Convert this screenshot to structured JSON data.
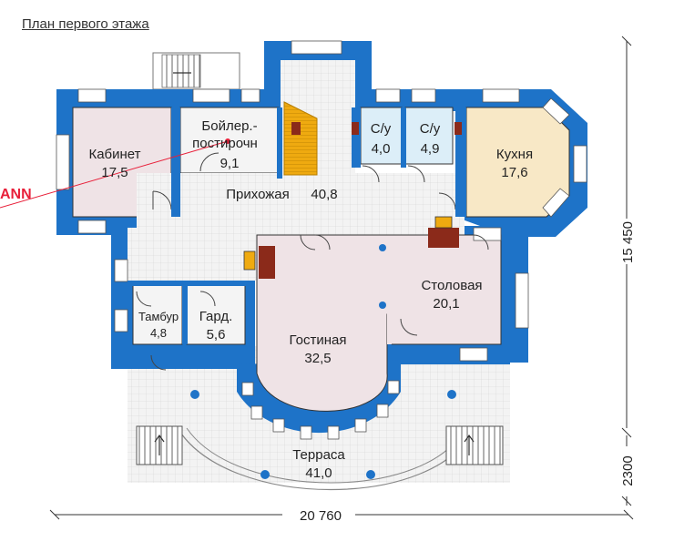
{
  "title": "План первого этажа",
  "watermark": "ANN",
  "rooms": {
    "kabinet": {
      "name": "Кабинет",
      "area": "17,5"
    },
    "boiler": {
      "name1": "Бойлер.-",
      "name2": "постирочн",
      "area": "9,1"
    },
    "su1": {
      "name": "С/у",
      "area": "4,0"
    },
    "su2": {
      "name": "С/у",
      "area": "4,9"
    },
    "kuhnya": {
      "name": "Кухня",
      "area": "17,6"
    },
    "prihozhaya": {
      "name": "Прихожая",
      "area": "40,8"
    },
    "stolovaya": {
      "name": "Столовая",
      "area": "20,1"
    },
    "tambur": {
      "name": "Тамбур",
      "area": "4,8"
    },
    "gard": {
      "name": "Гард.",
      "area": "5,6"
    },
    "gostinaya": {
      "name": "Гостиная",
      "area": "32,5"
    },
    "terrasa": {
      "name": "Терраса",
      "area": "41,0"
    }
  },
  "dimensions": {
    "width": "20 760",
    "depth": "15 450",
    "terrace_depth": "2300"
  },
  "colors": {
    "wall": "#1e73c8",
    "floor_light": "#f1f1f1",
    "room_pink": "#efe3e6",
    "room_blue": "#dceef8",
    "room_kitchen": "#f8e8c6",
    "stair": "#e9a500",
    "stove": "#8b2a1a",
    "accent_red": "#e8203a"
  }
}
